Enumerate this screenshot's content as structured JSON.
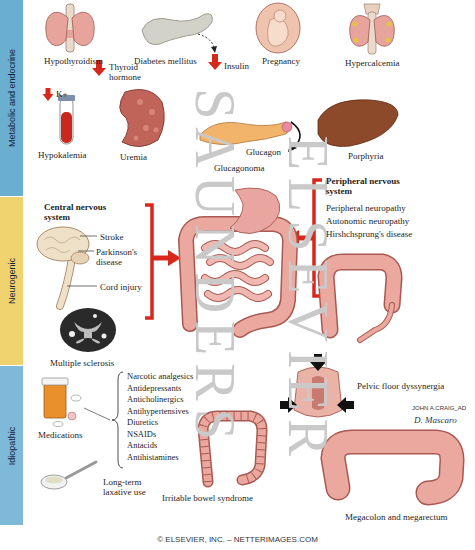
{
  "diagram": {
    "caption": "© ELSEVIER, INC. – NETTERIMAGES.COM",
    "nodes": [
      {
        "text": [
          "Metabolic and endocrine"
        ]
      },
      {
        "text": [
          "Neurogenic"
        ]
      },
      {
        "text": [
          "Idiopathic"
        ]
      }
    ],
    "labels": [
      "SAUNDERS",
      "ELSEVIER",
      "Hypothyroidism",
      "Thyroid hormone",
      "Diabetes mellitus",
      "Insulin",
      "Pregnancy",
      "Hypercalcemia",
      "K+",
      "Hypokalemia",
      "Uremia",
      "Glucagon",
      "Glucagonoma",
      "Porphyria",
      "Central nervous system",
      "Stroke",
      "Parkinson's disease",
      "Cord injury",
      "Multiple sclerosis",
      "Peripheral nervous system",
      "Peripheral neuropathy",
      "Autonomic neuropathy",
      "Hirshchsprung's disease",
      "Medications",
      "Narcotic analgesics",
      "Antidepressants",
      "Anticholinergics",
      "Antihypertensives",
      "Diuretics",
      "NSAIDs",
      "Antacids",
      "Antihistamines",
      "Pelvic floor dyssynergia",
      "Long-term laxative use",
      "Irritable bowel syndrome",
      "Megacolon and megarectum",
      "JOHN A.CRAIG_AD",
      "D. Mascaro"
    ]
  }
}
